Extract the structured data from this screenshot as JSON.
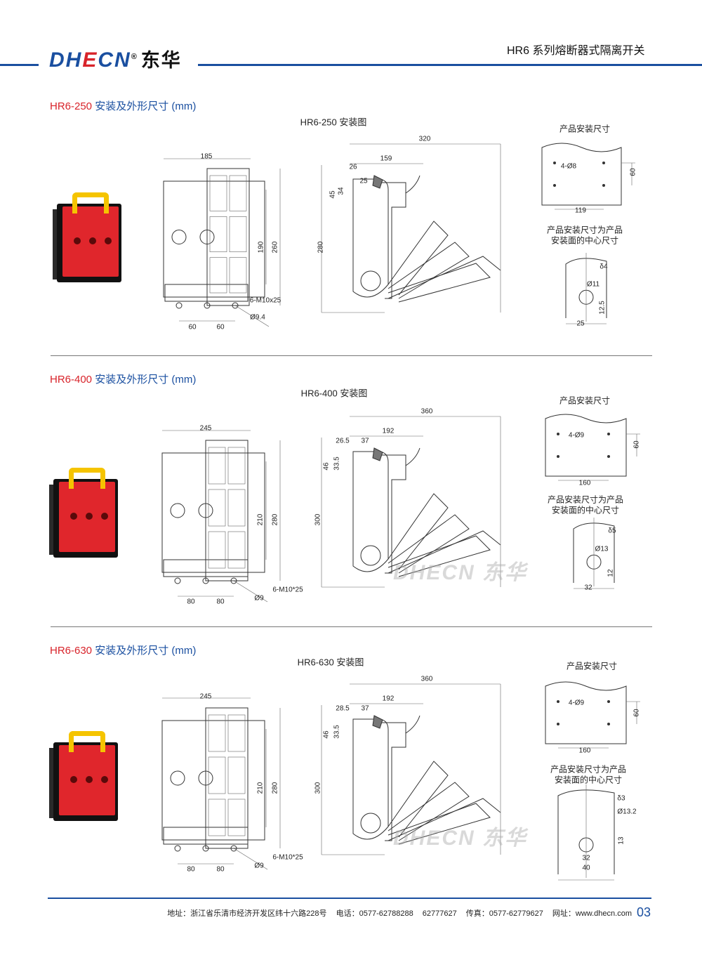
{
  "header": {
    "logo_text": "DHECN",
    "logo_registered": "®",
    "logo_cn": "东华",
    "title": "HR6 系列熔断器式隔离开关"
  },
  "watermark": "DHECN 东华",
  "colors": {
    "brand_blue": "#1a4fa0",
    "brand_red": "#d8232a"
  },
  "sections": [
    {
      "model": "HR6-250",
      "title_rest": "安装及外形尺寸 (mm)",
      "drawing_title": "HR6-250 安装图",
      "front": {
        "width": "185",
        "h1": "190",
        "h2": "260",
        "b1": "60",
        "b2": "60",
        "bolt": "6-M10x25",
        "hole": "Ø9.4"
      },
      "side": {
        "total": "320",
        "d1": "159",
        "d2": "26",
        "d3": "25",
        "v1": "45",
        "v2": "34",
        "height": "280"
      },
      "install": {
        "title": "产品安装尺寸",
        "holes": "4-Ø8",
        "height": "60",
        "width": "119",
        "note1": "产品安装尺寸为产品",
        "note2": "安装面的中心尺寸",
        "thick": "δ4",
        "dia": "Ø11",
        "v": "12.5",
        "w1": "25"
      }
    },
    {
      "model": "HR6-400",
      "title_rest": "安装及外形尺寸 (mm)",
      "drawing_title": "HR6-400 安装图",
      "front": {
        "width": "245",
        "h1": "210",
        "h2": "280",
        "b1": "80",
        "b2": "80",
        "bolt": "6-M10*25",
        "hole": "Ø9"
      },
      "side": {
        "total": "360",
        "d1": "192",
        "d2": "26.5",
        "d3": "37",
        "v1": "46",
        "v2": "33.5",
        "height": "300"
      },
      "install": {
        "title": "产品安装尺寸",
        "holes": "4-Ø9",
        "height": "60",
        "width": "160",
        "note1": "产品安装尺寸为产品",
        "note2": "安装面的中心尺寸",
        "thick": "δ5",
        "dia": "Ø13",
        "v": "12",
        "w1": "32"
      }
    },
    {
      "model": "HR6-630",
      "title_rest": "安装及外形尺寸 (mm)",
      "drawing_title": "HR6-630 安装图",
      "front": {
        "width": "245",
        "h1": "210",
        "h2": "280",
        "b1": "80",
        "b2": "80",
        "bolt": "6-M10*25",
        "hole": "Ø9"
      },
      "side": {
        "total": "360",
        "d1": "192",
        "d2": "28.5",
        "d3": "37",
        "v1": "46",
        "v2": "33.5",
        "height": "300"
      },
      "install": {
        "title": "产品安装尺寸",
        "holes": "4-Ø9",
        "height": "60",
        "width": "160",
        "note1": "产品安装尺寸为产品",
        "note2": "安装面的中心尺寸",
        "thick": "δ3",
        "dia": "Ø13.2",
        "v": "13",
        "w1": "32",
        "w2": "40"
      }
    }
  ],
  "footer": {
    "address": "地址：浙江省乐清市经济开发区纬十六路228号",
    "phone": "电话：0577-62788288",
    "phone2": "62777627",
    "fax": "传真：0577-62779627",
    "web": "网址：www.dhecn.com",
    "page": "03"
  }
}
